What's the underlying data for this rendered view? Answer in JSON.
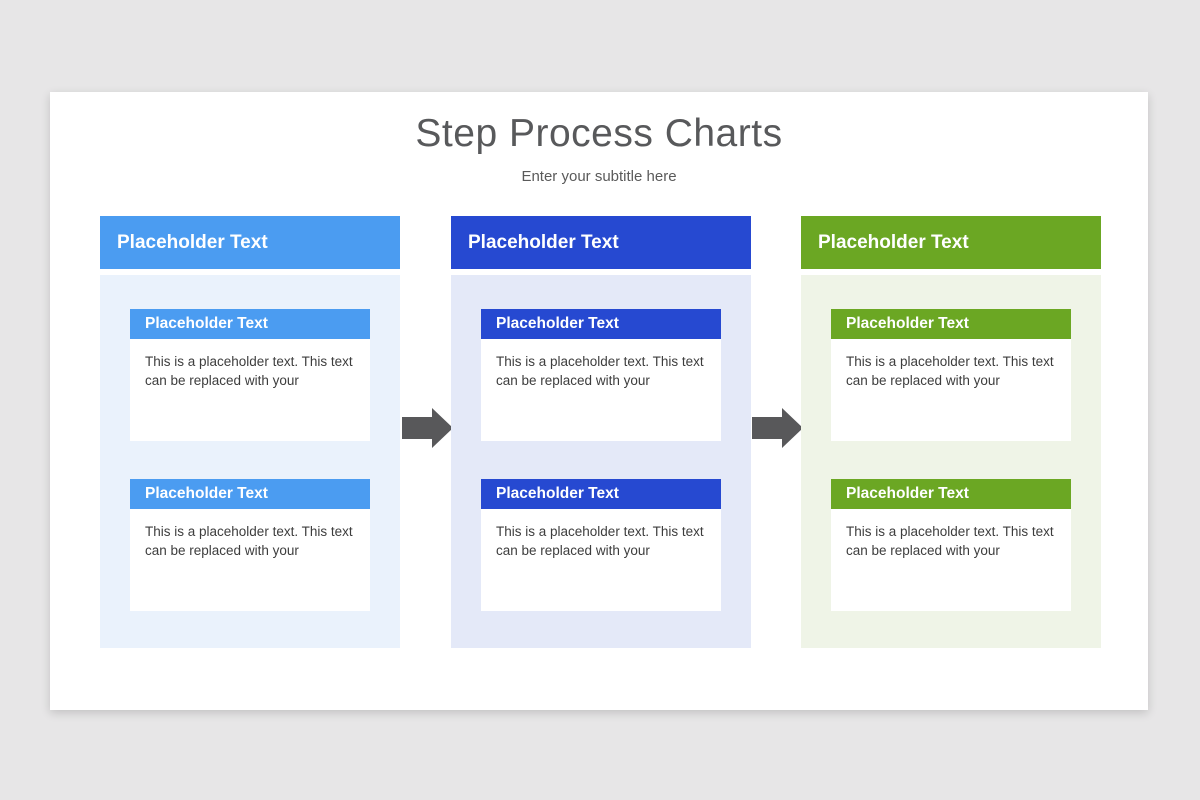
{
  "canvas": {
    "page_bg": "#E7E6E7",
    "slide_bg": "#FFFFFF"
  },
  "header": {
    "title": "Step Process Charts",
    "subtitle": "Enter your subtitle here"
  },
  "colors": {
    "title_text": "#58595B",
    "subtitle_text": "#5A5A5A",
    "body_text": "#3D3D3D",
    "arrow": "#58585A"
  },
  "columns": [
    {
      "header_label": "Placeholder Text",
      "accent": "#4B9CF1",
      "tint": "#EAF2FC",
      "cards": [
        {
          "title": "Placeholder Text",
          "body": "This is a placeholder text. This text can be replaced with your"
        },
        {
          "title": "Placeholder Text",
          "body": "This is a placeholder text. This text can be replaced with your"
        }
      ]
    },
    {
      "header_label": "Placeholder Text",
      "accent": "#2649D1",
      "tint": "#E4E9F8",
      "cards": [
        {
          "title": "Placeholder Text",
          "body": "This is a placeholder text. This text can be replaced with your"
        },
        {
          "title": "Placeholder Text",
          "body": "This is a placeholder text. This text can be replaced with your"
        }
      ]
    },
    {
      "header_label": "Placeholder Text",
      "accent": "#6BA723",
      "tint": "#EFF4E7",
      "cards": [
        {
          "title": "Placeholder Text",
          "body": "This is a placeholder text. This text can be replaced with your"
        },
        {
          "title": "Placeholder Text",
          "body": "This is a placeholder text. This text can be replaced with your"
        }
      ]
    }
  ]
}
